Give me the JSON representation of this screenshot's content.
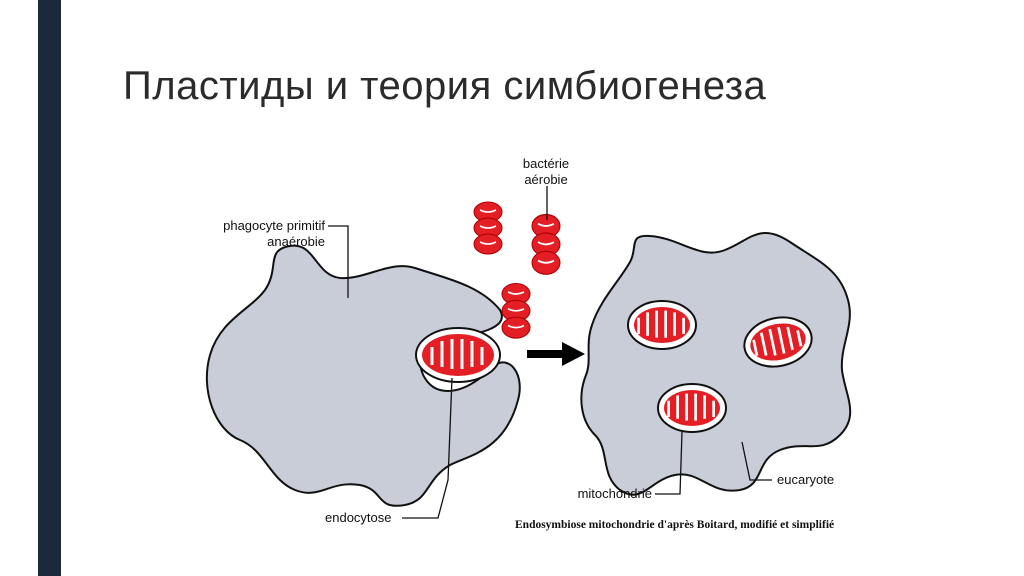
{
  "slide": {
    "title": "Пластиды и теория симбиогенеза"
  },
  "diagram": {
    "labels": {
      "phagocyte_line1": "phagocyte primitif",
      "phagocyte_line2": "anaérobie",
      "bacterie_line1": "bactérie",
      "bacterie_line2": "aérobie",
      "endocytose": "endocytose",
      "mitochondrie": "mitochondrie",
      "eucaryote": "eucaryote"
    },
    "caption": "Endosymbiose mitochondrie d'après Boitard, modifié et simplifié",
    "colors": {
      "cell_fill": "#c9cdd8",
      "bacteria_red": "#e31e24",
      "outline": "#111111",
      "accent_bar": "#1b2a3b"
    }
  }
}
